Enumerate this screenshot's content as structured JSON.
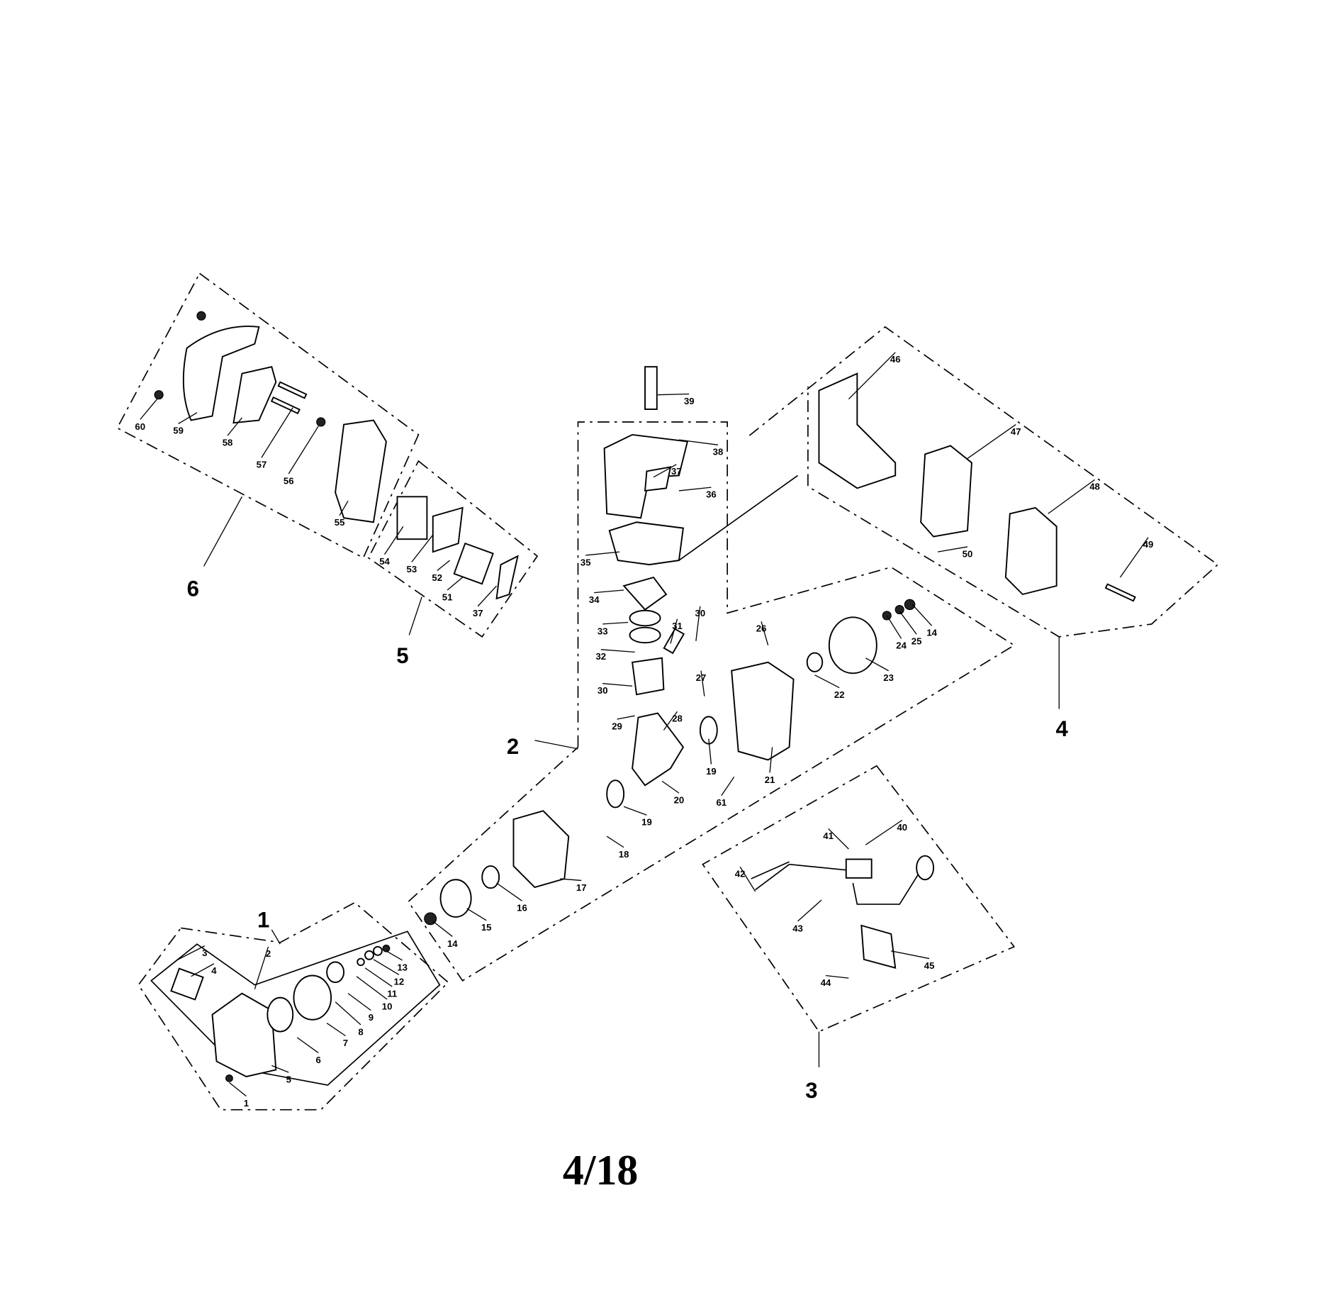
{
  "diagram": {
    "page_number": "4/18",
    "group_labels": [
      "1",
      "2",
      "3",
      "4",
      "5",
      "6"
    ],
    "part_labels": [
      "60",
      "59",
      "58",
      "57",
      "56",
      "55",
      "54",
      "53",
      "52",
      "51",
      "37",
      "39",
      "38",
      "37",
      "36",
      "35",
      "34",
      "33",
      "31",
      "30",
      "32",
      "30",
      "29",
      "28",
      "27",
      "26",
      "22",
      "23",
      "24",
      "25",
      "14",
      "19",
      "20",
      "21",
      "61",
      "19",
      "18",
      "17",
      "16",
      "15",
      "14",
      "46",
      "47",
      "48",
      "49",
      "50",
      "40",
      "41",
      "42",
      "43",
      "44",
      "45",
      "3",
      "4",
      "2",
      "13",
      "12",
      "11",
      "10",
      "9",
      "8",
      "7",
      "6",
      "5",
      "1"
    ]
  }
}
